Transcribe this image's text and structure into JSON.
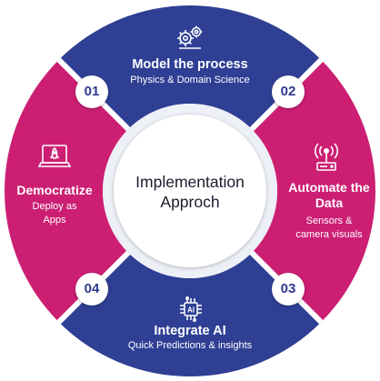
{
  "center": {
    "line1": "Implementation",
    "line2": "Approch"
  },
  "colors": {
    "blue": "#2f3f94",
    "magenta": "#cc1f73",
    "gap": "#eef0f7",
    "text_dark": "#1b1b2e"
  },
  "segments": {
    "top": {
      "number": "01",
      "title": "Model the process",
      "subtitle": "Physics & Domain Science",
      "icon": "gears-icon"
    },
    "right": {
      "number": "02",
      "title": "Automate the Data",
      "subtitle": "Sensors & camera visuals",
      "icon": "antenna-sensor-icon"
    },
    "bottom": {
      "number": "03",
      "title": "Integrate AI",
      "subtitle": "Quick Predictions & insights",
      "icon": "ai-chip-icon"
    },
    "left": {
      "number": "04",
      "title": "Democratize",
      "subtitle": "Deploy as Apps",
      "icon": "laptop-rocket-icon"
    }
  }
}
